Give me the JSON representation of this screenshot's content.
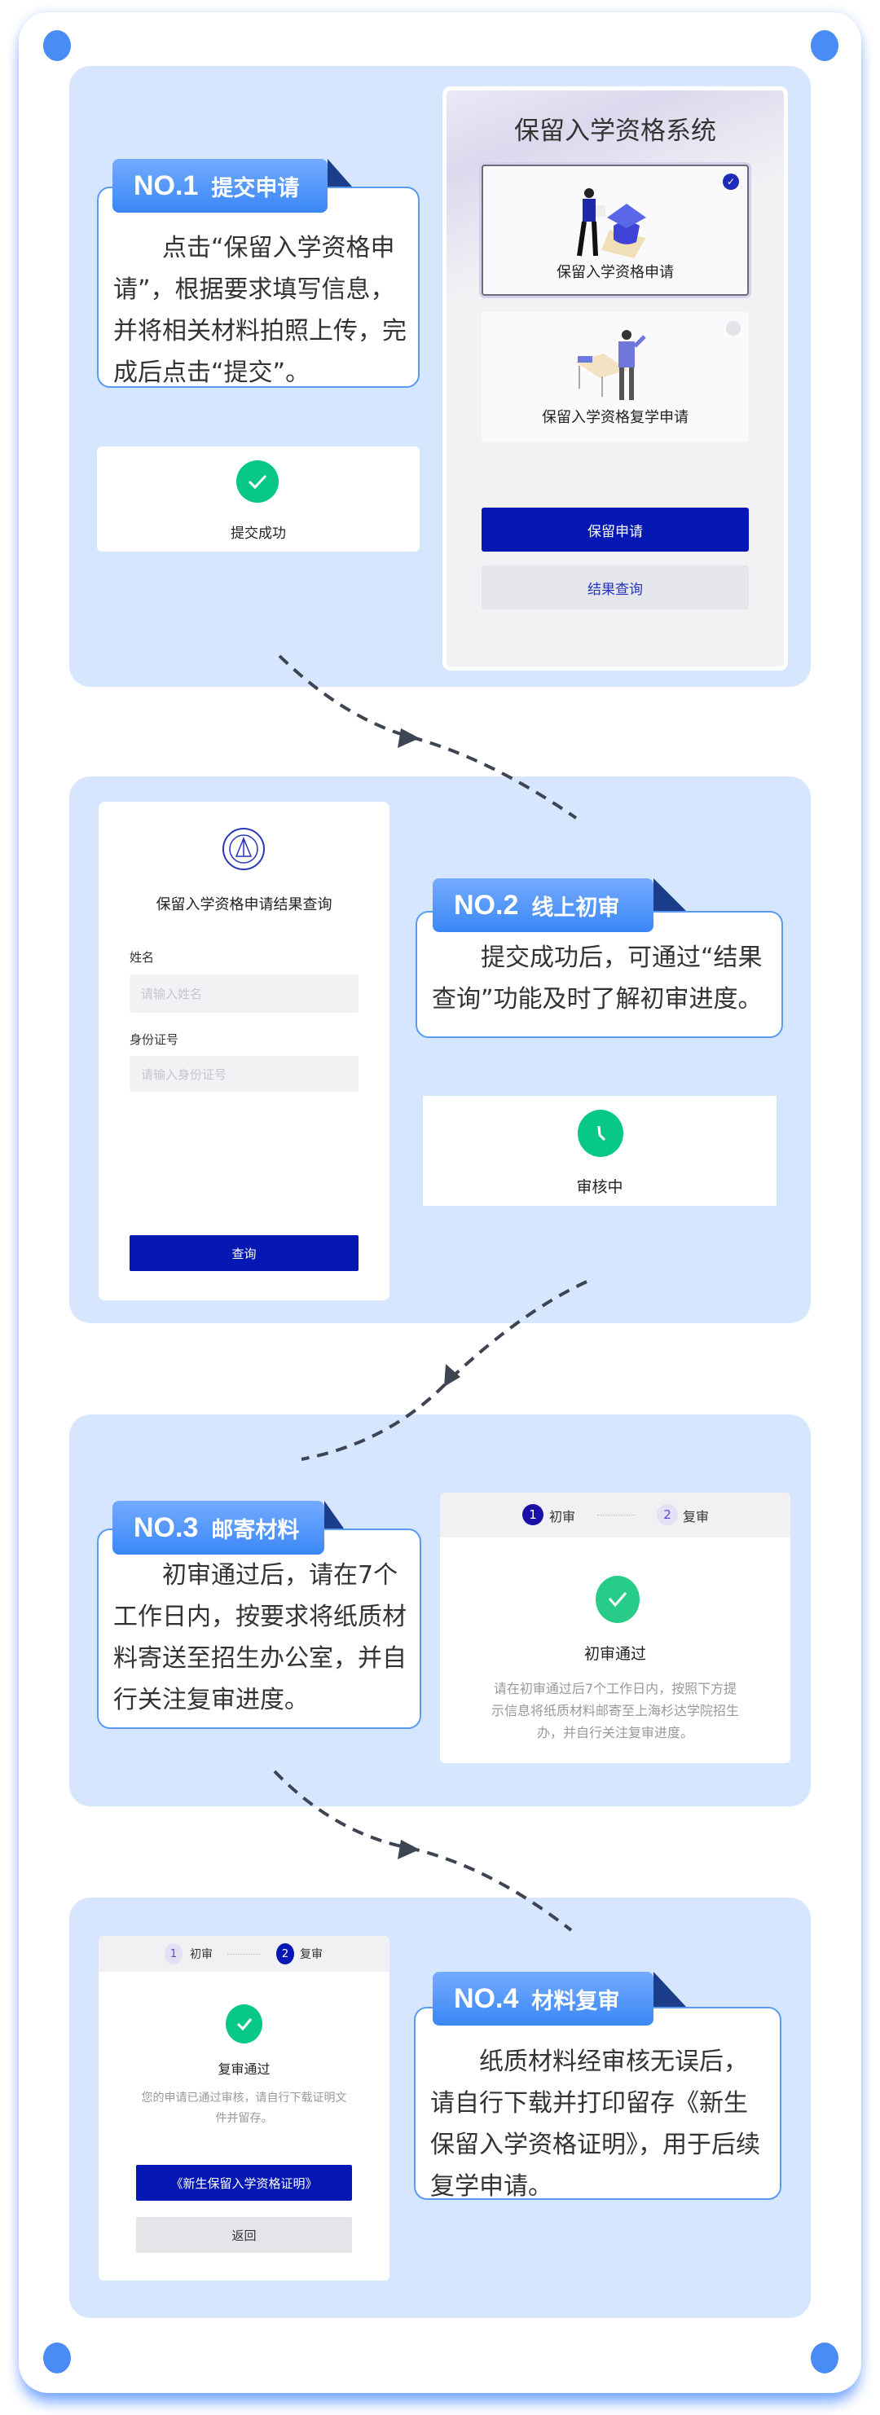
{
  "step1": {
    "no": "NO.1",
    "title": "提交申请",
    "text": "点击“保留入学资格申请”，根据要求填写信息，并将相关材料拍照上传，完成后点击“提交”。",
    "success_label": "提交成功",
    "phone": {
      "title": "保留入学资格系统",
      "option1": "保留入学资格申请",
      "option2": "保留入学资格复学申请",
      "primary_button": "保留申请",
      "secondary_button": "结果查询"
    }
  },
  "step2": {
    "no": "NO.2",
    "title": "线上初审",
    "text": "提交成功后，可通过“结果查询”功能及时了解初审进度。",
    "status_label": "审核中",
    "form": {
      "title": "保留入学资格申请结果查询",
      "name_label": "姓名",
      "name_placeholder": "请输入姓名",
      "id_label": "身份证号",
      "id_placeholder": "请输入身份证号",
      "submit": "查询"
    }
  },
  "step3": {
    "no": "NO.3",
    "title": "邮寄材料",
    "text": "初审通过后，请在7个工作日内，按要求将纸质材料寄送至招生办公室，并自行关注复审进度。",
    "card": {
      "step1_num": "1",
      "step1_label": "初审",
      "step2_num": "2",
      "step2_label": "复审",
      "status": "初审通过",
      "desc": "请在初审通过后7个工作日内，按照下方提示信息将纸质材料邮寄至上海杉达学院招生办，并自行关注复审进度。"
    }
  },
  "step4": {
    "no": "NO.4",
    "title": "材料复审",
    "text": "纸质材料经审核无误后，请自行下载并打印留存《新生保留入学资格证明》，用于后续复学申请。",
    "card": {
      "step1_num": "1",
      "step1_label": "初审",
      "step2_num": "2",
      "step2_label": "复审",
      "status": "复审通过",
      "desc": "您的申请已通过审核，请自行下载证明文件并留存。",
      "download_button": "《新生保留入学资格证明》",
      "back_button": "返回"
    }
  },
  "colors": {
    "primary": "#0618b3",
    "accent": "#4a8cf5",
    "success": "#08c887",
    "section_bg": "#d6e6fe"
  }
}
